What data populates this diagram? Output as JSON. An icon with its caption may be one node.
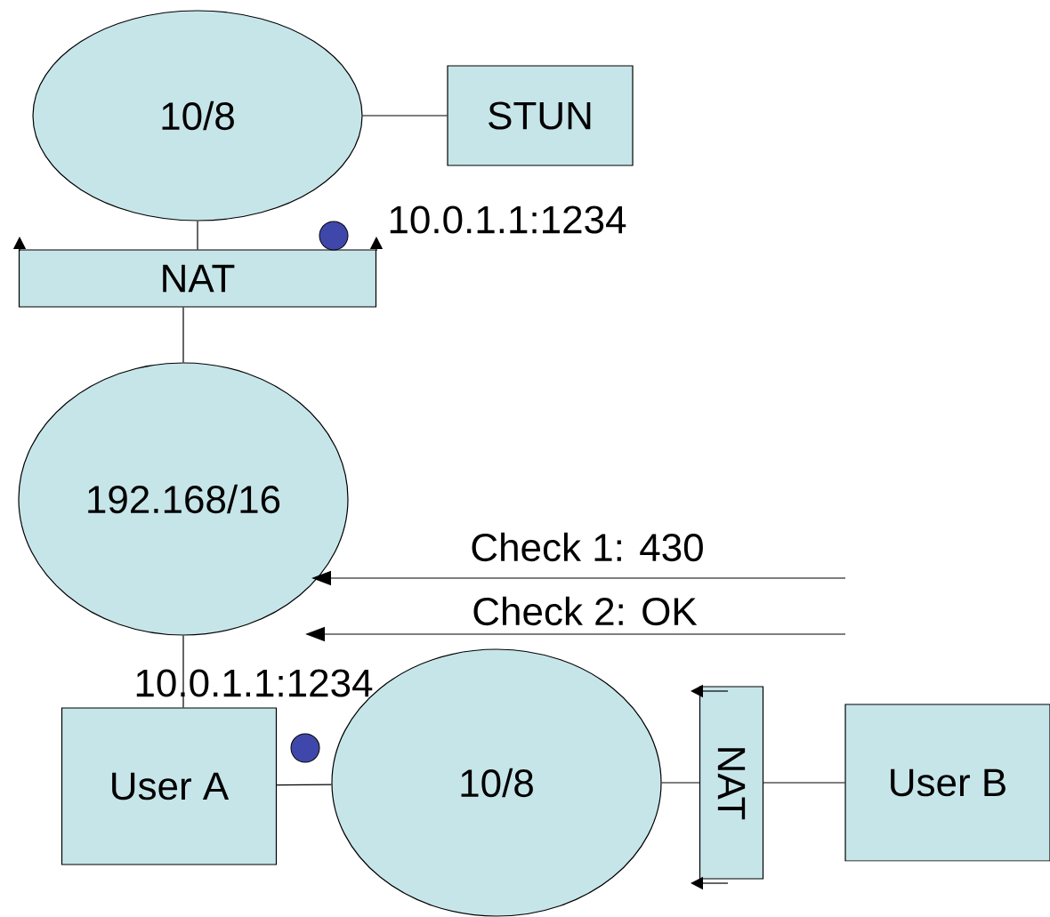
{
  "diagram": {
    "nodes": [
      {
        "text": [
          "10/8"
        ]
      },
      {
        "text": [
          "STUN"
        ]
      },
      {
        "text": [
          "NAT"
        ]
      },
      {
        "text": [
          "192.168/16"
        ]
      },
      {
        "text": [
          "User A"
        ]
      },
      {
        "text": [
          "10/8"
        ]
      },
      {
        "text": [
          "NAT"
        ]
      },
      {
        "text": [
          "User B"
        ]
      }
    ],
    "edges": [
      {
        "from": 0,
        "to": 1,
        "arrow": "none"
      },
      {
        "from": 0,
        "to": 2,
        "arrow": "none"
      },
      {
        "from": 2,
        "to": 3,
        "arrow": "none"
      },
      {
        "from": 3,
        "to": 4,
        "arrow": "none"
      },
      {
        "from": 4,
        "to": 5,
        "arrow": "none"
      },
      {
        "from": 5,
        "to": 6,
        "arrow": "none"
      },
      {
        "from": 6,
        "to": 7,
        "arrow": "none"
      },
      {
        "from": null,
        "to": 3,
        "arrow": "to",
        "label": "Check 1: 430"
      },
      {
        "from": null,
        "to": 3,
        "arrow": "to",
        "label": "Check 2: OK"
      }
    ],
    "labels": [
      "10.0.1.1:1234",
      "10.0.1.1:1234"
    ]
  }
}
